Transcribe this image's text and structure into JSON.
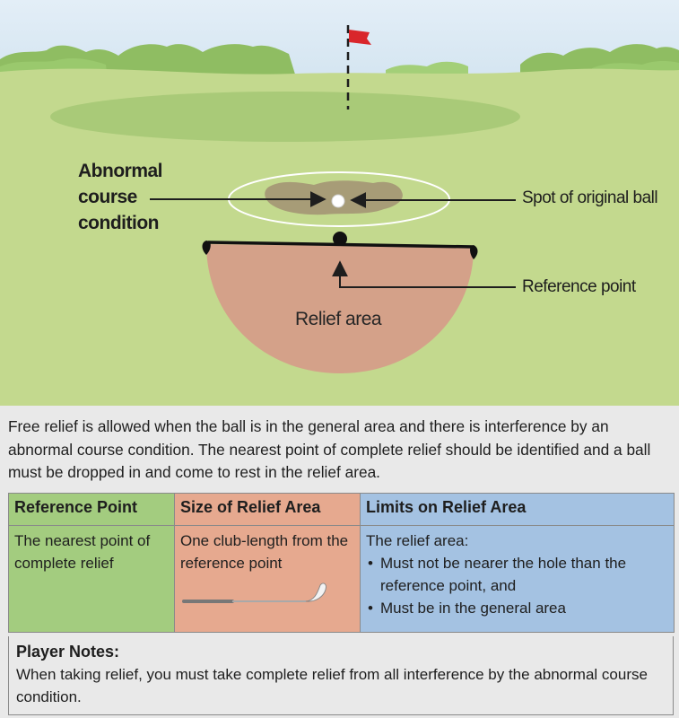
{
  "colors": {
    "sky": "#dbe9f4",
    "fairway": "#c3d98e",
    "green": "#a9ca78",
    "relief_area": "#d4a189",
    "flag": "#d9262b",
    "reference_point_col": "#a3cc7f",
    "size_col": "#e6a98f",
    "limits_col": "#a4c2e2",
    "bottom_bg": "#e9e9e9"
  },
  "diagram": {
    "annotations": {
      "abnormal_course_condition": [
        "Abnormal",
        "course",
        "condition"
      ],
      "spot_of_original_ball": "Spot of original ball",
      "reference_point": "Reference point",
      "relief_area": "Relief area"
    },
    "icons": [
      "flag-icon",
      "golf-ball-icon",
      "golf-club-icon"
    ]
  },
  "description": "Free relief is allowed when the ball is in the general area and there is interference by an abnormal course condition. The nearest point of complete relief should be identified and a ball must be dropped in and come to rest in the relief area.",
  "table": {
    "headers": [
      "Reference Point",
      "Size of Relief Area",
      "Limits on Relief Area"
    ],
    "reference_point": "The nearest point of complete relief",
    "size": "One club-length from the reference point",
    "limits_intro": "The relief area:",
    "limits_bullets": [
      "Must not be nearer the hole than the reference point, and",
      "Must be in the general area"
    ]
  },
  "notes": {
    "title": "Player Notes:",
    "text": "When taking relief, you must take complete relief from all interference by the abnormal course condition."
  }
}
